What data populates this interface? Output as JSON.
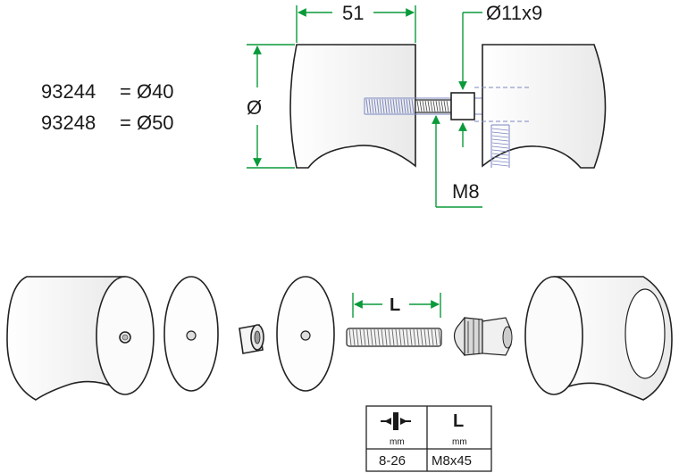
{
  "part_numbers": [
    {
      "code": "93244",
      "equals": "= Ø40"
    },
    {
      "code": "93248",
      "equals": "= Ø50"
    }
  ],
  "dimensions": {
    "width": "51",
    "bore": "Ø11x9",
    "diameter": "Ø",
    "thread": "M8",
    "length_marker": "L"
  },
  "spec_table": {
    "columns": [
      {
        "header_icon": "clamp-thickness-icon",
        "unit": "mm",
        "value": "8-26"
      },
      {
        "header": "L",
        "unit": "mm",
        "value": "M8x45"
      }
    ]
  },
  "colors": {
    "dimension_green": "#0a9a3a",
    "line": "#222222",
    "thread_blue": "#7a86c0"
  }
}
